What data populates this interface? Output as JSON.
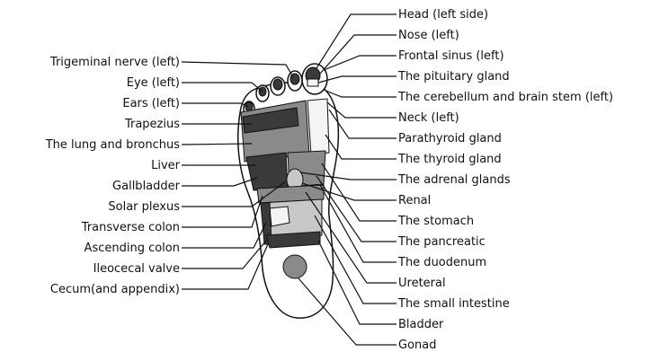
{
  "labels_left": [
    {
      "id": "trigeminal",
      "text": "Trigeminal nerve (left)"
    },
    {
      "id": "eye",
      "text": "Eye (left)"
    },
    {
      "id": "ears",
      "text": "Ears (left)"
    },
    {
      "id": "trapezius",
      "text": "Trapezius"
    },
    {
      "id": "lung",
      "text": "The lung and bronchus"
    },
    {
      "id": "liver",
      "text": "Liver"
    },
    {
      "id": "gallbladder",
      "text": "Gallbladder"
    },
    {
      "id": "solar",
      "text": "Solar plexus"
    },
    {
      "id": "transverse",
      "text": "Transverse colon"
    },
    {
      "id": "ascending",
      "text": "Ascending colon"
    },
    {
      "id": "ileocecal",
      "text": "Ileocecal valve"
    },
    {
      "id": "cecum",
      "text": "Cecum(and appendix)"
    }
  ],
  "labels_right": [
    {
      "id": "head",
      "text": "Head (left side)"
    },
    {
      "id": "nose",
      "text": "Nose (left)"
    },
    {
      "id": "frontal",
      "text": "Frontal sinus (left)"
    },
    {
      "id": "pituitary",
      "text": "The pituitary gland"
    },
    {
      "id": "cerebellum",
      "text": "The cerebellum and brain stem (left)"
    },
    {
      "id": "neck",
      "text": "Neck (left)"
    },
    {
      "id": "parathyroid",
      "text": "Parathyroid gland"
    },
    {
      "id": "thyroid",
      "text": "The thyroid gland"
    },
    {
      "id": "adrenal",
      "text": "The adrenal glands"
    },
    {
      "id": "renal",
      "text": "Renal"
    },
    {
      "id": "stomach",
      "text": "The stomach"
    },
    {
      "id": "pancreatic",
      "text": "The pancreatic"
    },
    {
      "id": "duodenum",
      "text": "The duodenum"
    },
    {
      "id": "ureteral",
      "text": "Ureteral"
    },
    {
      "id": "small",
      "text": "The small intestine"
    },
    {
      "id": "bladder",
      "text": "Bladder"
    },
    {
      "id": "gonad",
      "text": "Gonad"
    }
  ]
}
